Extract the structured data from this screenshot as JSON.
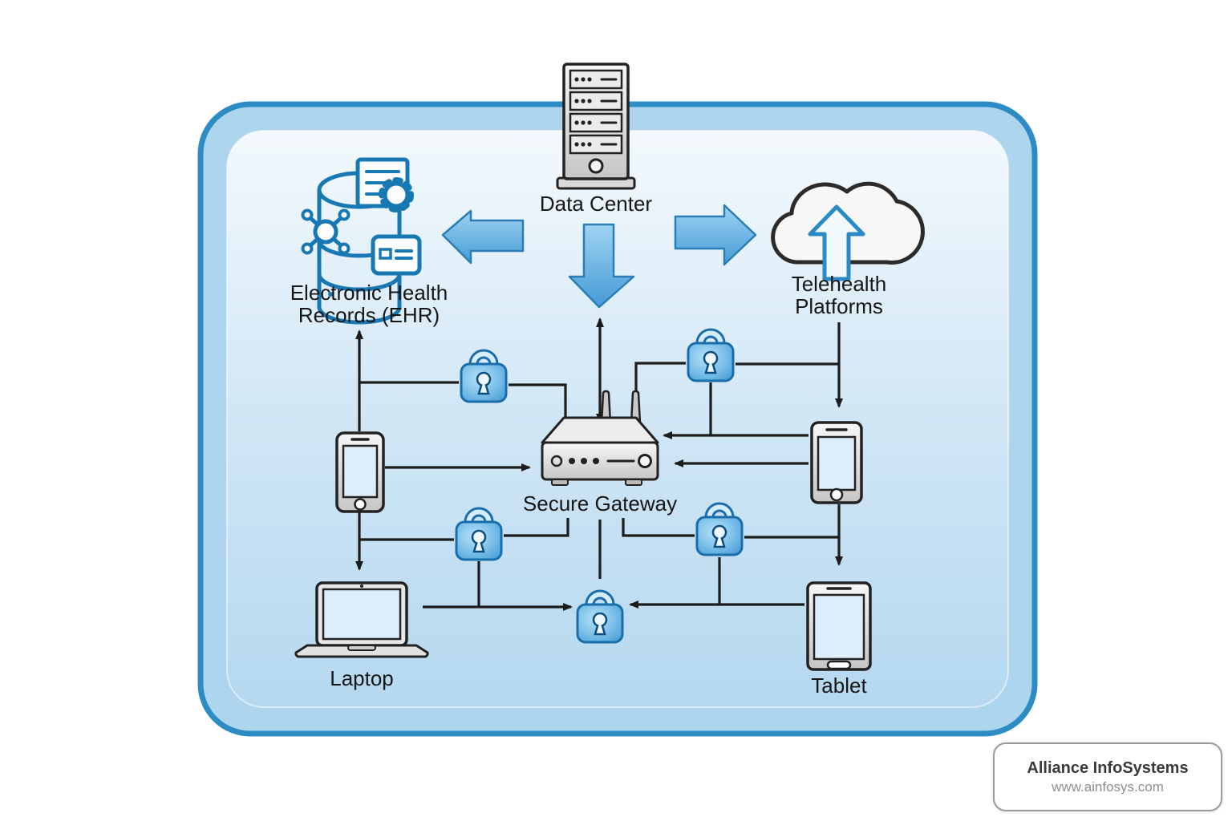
{
  "diagram": {
    "nodes": {
      "data_center": {
        "label": "Data Center",
        "icon": "server-icon"
      },
      "ehr": {
        "label_lines": [
          "Electronic Health",
          "Records (EHR)"
        ],
        "icon": "database-icon"
      },
      "telehealth": {
        "label_lines": [
          "Telehealth",
          "Platforms"
        ],
        "icon": "cloud-upload-icon"
      },
      "secure_gateway": {
        "label": "Secure Gateway",
        "icon": "router-icon"
      },
      "smartphone": {
        "icon": "smartphone-icon"
      },
      "laptop": {
        "label": "Laptop",
        "icon": "laptop-icon"
      },
      "tablet_mid": {
        "icon": "tablet-icon"
      },
      "tablet_bottom": {
        "label": "Tablet",
        "icon": "tablet-icon"
      }
    },
    "security_locks": {
      "icon": "padlock-icon",
      "count": 5
    },
    "palette": {
      "card_border": "#2e8cc4",
      "card_band": "#aed5ee",
      "panel_top": "#f3f9fd",
      "panel_bottom": "#b4d8ef",
      "flow_arrow_fill": "#66b3e3",
      "flow_arrow_stroke": "#2b7db6",
      "lock_fill": "#5fadde",
      "lock_stroke": "#1a6dab",
      "connector_line": "#1c1c1c",
      "ehr_icon_stroke": "#1878b4"
    }
  },
  "branding": {
    "company": "Alliance InfoSystems",
    "website": "www.ainfosys.com"
  }
}
